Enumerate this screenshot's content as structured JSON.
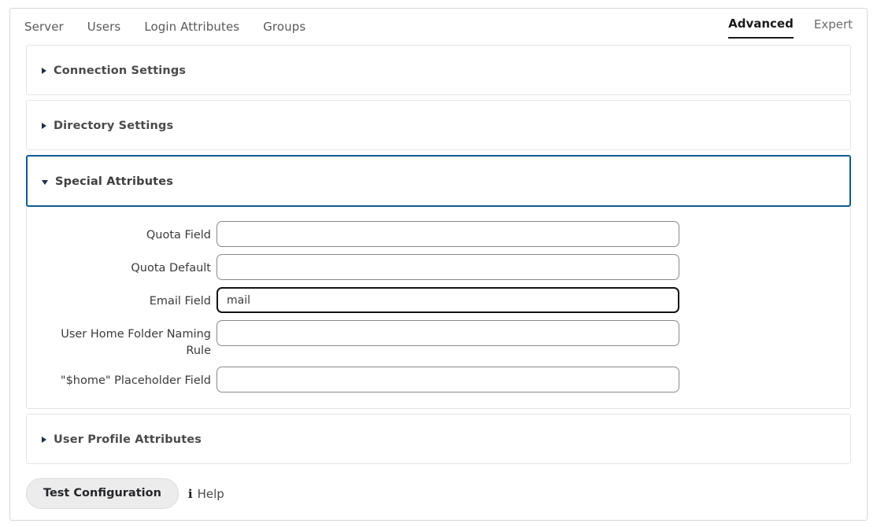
{
  "nav": {
    "links": [
      {
        "label": "Server"
      },
      {
        "label": "Users"
      },
      {
        "label": "Login Attributes"
      },
      {
        "label": "Groups"
      }
    ],
    "tabs": [
      {
        "label": "Advanced",
        "active": true
      },
      {
        "label": "Expert",
        "active": false
      }
    ]
  },
  "sections": [
    {
      "title": "Connection Settings",
      "expanded": false,
      "icon": "triangle-right-icon"
    },
    {
      "title": "Directory Settings",
      "expanded": false,
      "icon": "triangle-right-icon"
    },
    {
      "title": "Special Attributes",
      "expanded": true,
      "icon": "triangle-down-icon"
    },
    {
      "title": "User Profile Attributes",
      "expanded": false,
      "icon": "triangle-right-icon"
    }
  ],
  "special_attributes": {
    "fields": [
      {
        "label": "Quota Field",
        "value": "",
        "placeholder": "",
        "focused": false
      },
      {
        "label": "Quota Default",
        "value": "",
        "placeholder": "",
        "focused": false
      },
      {
        "label": "Email Field",
        "value": "mail",
        "placeholder": "",
        "focused": true
      },
      {
        "label": "User Home Folder Naming Rule",
        "value": "",
        "placeholder": "",
        "focused": false
      },
      {
        "label": "\"$home\" Placeholder Field",
        "value": "",
        "placeholder": "",
        "focused": false
      }
    ]
  },
  "footer": {
    "test_button_label": "Test Configuration",
    "help_label": "Help",
    "info_icon_glyph": "i"
  },
  "colors": {
    "accent_blue": "#0c5e8e",
    "active_tab": "#1a1a1a",
    "panel_border": "#e4e4e4",
    "input_border": "#888a8c",
    "input_focus_border": "#111214",
    "button_bg": "#ececec"
  }
}
